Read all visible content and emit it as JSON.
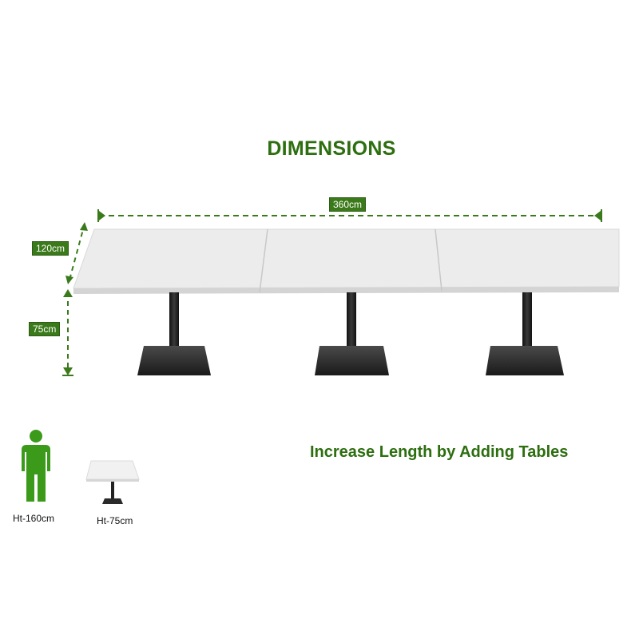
{
  "heading": "DIMENSIONS",
  "dimensions": {
    "length": "360cm",
    "width": "120cm",
    "height": "75cm"
  },
  "tagline": "Increase Length by Adding Tables",
  "comparison": {
    "person_height": "Ht-160cm",
    "table_height": "Ht-75cm"
  },
  "colors": {
    "accent_green": "#2d6e0f",
    "table_top": "#ececec",
    "table_leg": "#1e1e1e"
  },
  "icons": [
    "person-icon",
    "small-table-icon"
  ]
}
